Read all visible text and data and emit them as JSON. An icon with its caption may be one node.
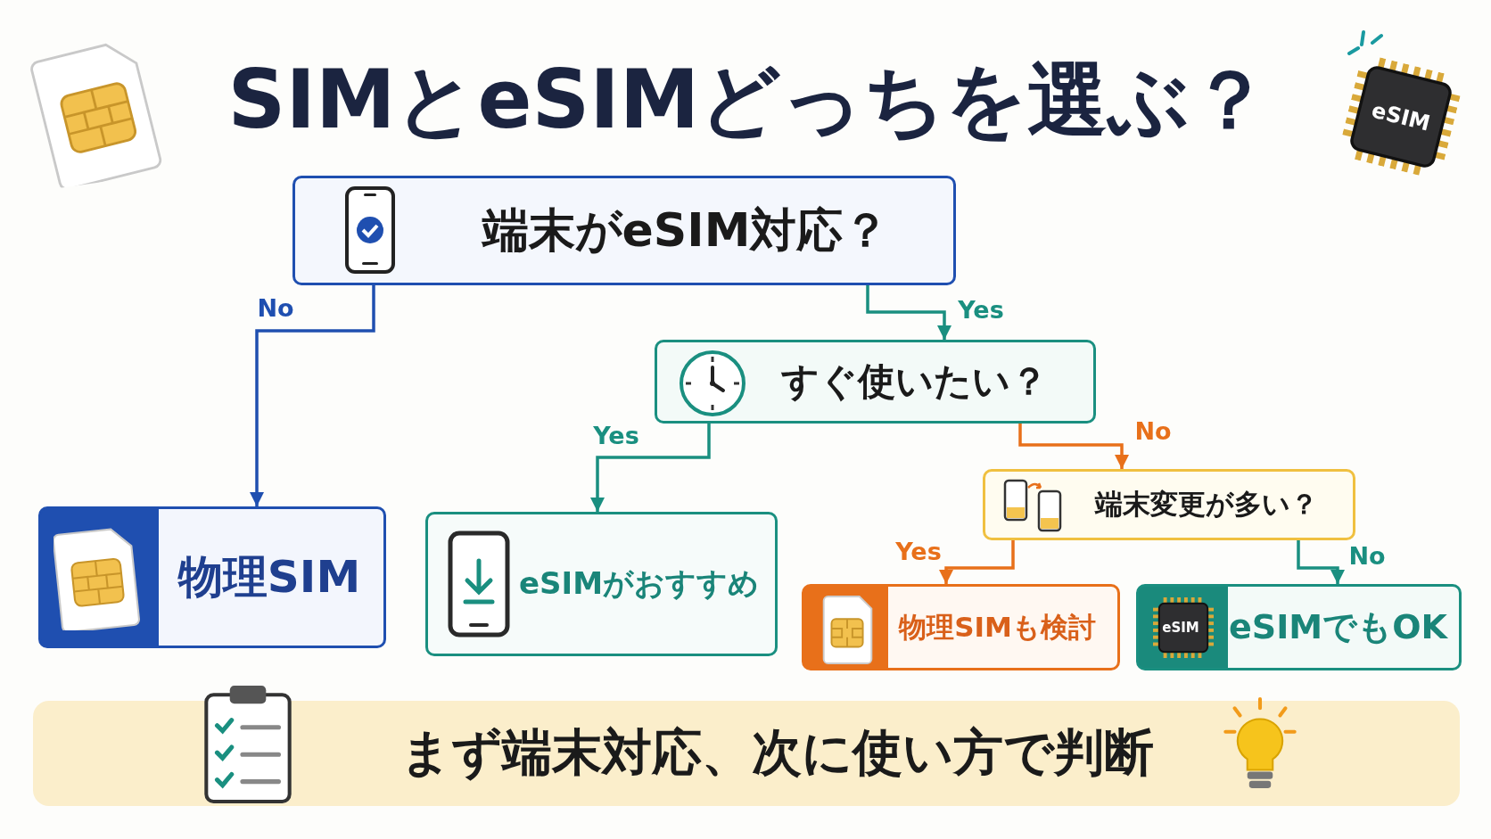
{
  "diagram": {
    "title": "SIMとeSIMどっちを選ぶ？",
    "nodes": [
      {
        "text": [
          "端末がeSIM対応？"
        ]
      },
      {
        "text": [
          "すぐ使いたい？"
        ]
      },
      {
        "text": [
          "物理SIM"
        ]
      },
      {
        "text": [
          "eSIMがおすすめ"
        ]
      },
      {
        "text": [
          "端末変更が多い？"
        ]
      },
      {
        "text": [
          "物理SIMも検討"
        ]
      },
      {
        "text": [
          "eSIMでもOK"
        ]
      },
      {
        "text": [
          "まず端末対応、次に使い方で判断"
        ]
      }
    ],
    "edges": [
      {
        "from": 0,
        "to": 2,
        "arrow": "to",
        "label": "No",
        "color": "#1f4fb0"
      },
      {
        "from": 0,
        "to": 1,
        "arrow": "to",
        "label": "Yes"
      },
      {
        "from": 1,
        "to": 3,
        "arrow": "to",
        "label": "Yes"
      },
      {
        "from": 1,
        "to": 4,
        "arrow": "to",
        "label": "No",
        "color": "#e8701a"
      },
      {
        "from": 4,
        "to": 5,
        "arrow": "to",
        "label": "Yes",
        "color": "#e8701a"
      },
      {
        "from": 4,
        "to": 6,
        "arrow": "to",
        "label": "No"
      }
    ],
    "labels": [
      "eSIM",
      "eSIM"
    ]
  }
}
